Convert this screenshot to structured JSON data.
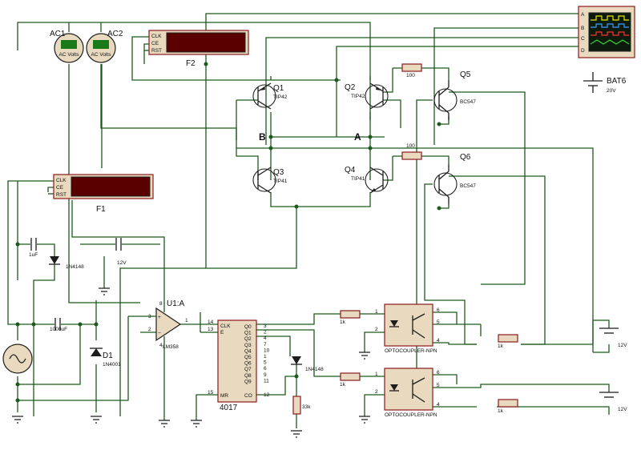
{
  "meters": {
    "ac1": {
      "label": "AC1",
      "unit": "AC Volts"
    },
    "ac2": {
      "label": "AC2",
      "unit": "AC Volts"
    }
  },
  "counters": {
    "f1": {
      "label": "F1",
      "pins": [
        "CLK",
        "CE",
        "RST"
      ]
    },
    "f2": {
      "label": "F2",
      "pins": [
        "CLK",
        "CE",
        "RST"
      ]
    }
  },
  "scope": {
    "channels": [
      "A",
      "B",
      "C",
      "D"
    ],
    "colors": [
      "#e8e800",
      "#3aa0ff",
      "#ff3030",
      "#30d030"
    ]
  },
  "battery": {
    "label": "BAT6",
    "value": "20V"
  },
  "transistors": {
    "q1": {
      "label": "Q1",
      "part": "TIP42"
    },
    "q2": {
      "label": "Q2",
      "part": "TIP42"
    },
    "q3": {
      "label": "Q3",
      "part": "TIP41"
    },
    "q4": {
      "label": "Q4",
      "part": "TIP41"
    },
    "q5": {
      "label": "Q5",
      "part": "BC547"
    },
    "q6": {
      "label": "Q6",
      "part": "BC547"
    }
  },
  "nodes": {
    "a": "A",
    "b": "B"
  },
  "resistors": {
    "r100a": "100",
    "r100b": "100",
    "r1ka": "1k",
    "r1kb": "1k",
    "r1kc": "1k",
    "r1kd": "1k",
    "r33k": "33k"
  },
  "caps": {
    "c1": "1uF",
    "c2": "1000uF",
    "c3": "12V"
  },
  "diodes": {
    "d1": "D1",
    "d1_part": "1N4001",
    "d_top": "1N4148",
    "d_mid": "1N4148"
  },
  "opamp": {
    "label": "U1:A",
    "part": "LM358",
    "pin_plus": "3",
    "pin_minus": "2",
    "pin_out": "1",
    "pin_v": "8",
    "pin_gnd": "4"
  },
  "ic4017": {
    "part": "4017",
    "inputs": [
      "CLK",
      "E",
      "MR"
    ],
    "input_pins": [
      "14",
      "13",
      "15"
    ],
    "outputs": [
      "Q0",
      "Q1",
      "Q2",
      "Q3",
      "Q4",
      "Q5",
      "Q6",
      "Q7",
      "Q8",
      "Q9",
      "CO"
    ],
    "output_pins": [
      "3",
      "2",
      "4",
      "7",
      "10",
      "1",
      "5",
      "6",
      "9",
      "11",
      "12"
    ]
  },
  "optos": {
    "o1": {
      "label": "OPTOCOUPLER-NPN",
      "pins": [
        "1",
        "2",
        "6",
        "5",
        "4"
      ]
    },
    "o2": {
      "label": "OPTOCOUPLER-NPN",
      "pins": [
        "1",
        "2",
        "6",
        "5",
        "4"
      ]
    }
  },
  "supplies": {
    "s1": "12V",
    "s2": "12V"
  }
}
